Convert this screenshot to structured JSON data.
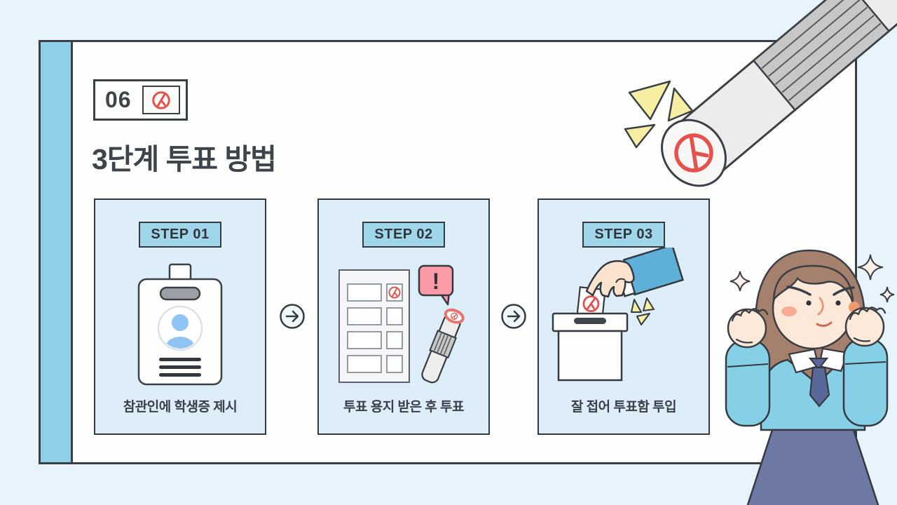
{
  "slide": {
    "badge_number": "06",
    "badge_icon": "ballot-stamp-mark-icon",
    "title": "3단계 투표 방법"
  },
  "steps": [
    {
      "label": "STEP 01",
      "caption": "참관인에 학생증 제시",
      "icon": "student-id-card-icon"
    },
    {
      "label": "STEP 02",
      "caption": "투표 용지 받은 후 투표",
      "icon": "ballot-paper-and-stamp-icon"
    },
    {
      "label": "STEP 03",
      "caption": "잘 접어 투표함 투입",
      "icon": "ballot-box-insert-icon"
    }
  ],
  "decorations": {
    "exclamation": "!",
    "arrow_icon": "arrow-right-circle-icon",
    "stamp_illustration": "voting-stamp-illustration",
    "character_illustration": "student-girl-illustration"
  },
  "colors": {
    "background": "#e7f4fb",
    "board": "#fdfffd",
    "outline": "#343a40",
    "spine_blue": "#8fd0e8",
    "card_bg": "#ddeef9",
    "step_badge_bg": "#a0d6e9",
    "stamp_red": "#e5514d",
    "bubble_pink": "#fb9ba7",
    "sparkle_yellow": "#f6efa3",
    "sweater_blue": "#85d0e6",
    "sleeve_blue": "#5fb0d8",
    "skirt_navy": "#6d78a5",
    "avatar_blue": "#90c4f4",
    "hair_brown": "#a5806d",
    "skin": "#fde9d9"
  }
}
